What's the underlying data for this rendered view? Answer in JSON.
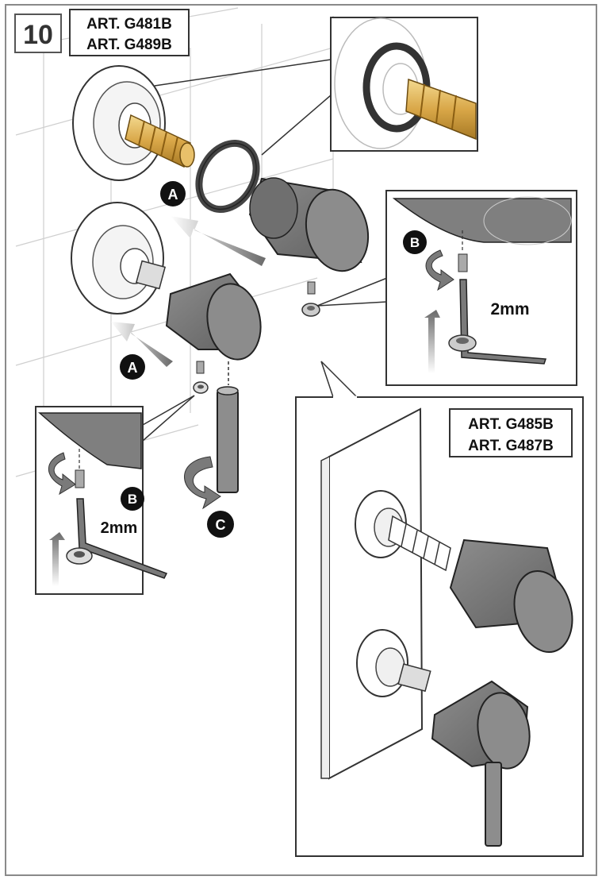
{
  "step": {
    "number": "10"
  },
  "models_top": {
    "line1": "ART. G481B",
    "line2": "ART. G489B"
  },
  "models_inset": {
    "line1": "ART. G485B",
    "line2": "ART. G487B"
  },
  "markers": {
    "a": "A",
    "b": "B",
    "c": "C"
  },
  "tool_size": "2mm",
  "colors": {
    "frame": "#6b6b6b",
    "tile_lines": "#c8c8c8",
    "knob_fill": "#7a7a7a",
    "knob_face": "#9a9a9a",
    "brass": "#d8a84a",
    "marker_bg": "#111111",
    "arrow": "#6f6f6f"
  }
}
